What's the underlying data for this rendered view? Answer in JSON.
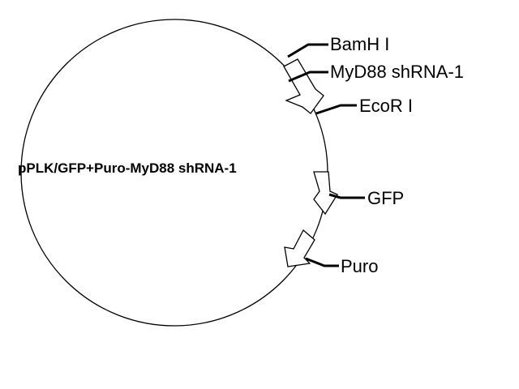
{
  "plasmid": {
    "name": "pPLK/GFP+Puro-MyD88 shRNA-1"
  },
  "features": [
    {
      "id": "bamh1",
      "label": "BamH I",
      "kind": "site"
    },
    {
      "id": "shrna",
      "label": "MyD88 shRNA-1",
      "kind": "insert"
    },
    {
      "id": "ecor1",
      "label": "EcoR I",
      "kind": "site"
    },
    {
      "id": "gfp",
      "label": "GFP",
      "kind": "gene"
    },
    {
      "id": "puro",
      "label": "Puro",
      "kind": "gene"
    }
  ],
  "colors": {
    "line": "#000000",
    "arrow_fill": "#ffffff",
    "background": "#ffffff"
  }
}
